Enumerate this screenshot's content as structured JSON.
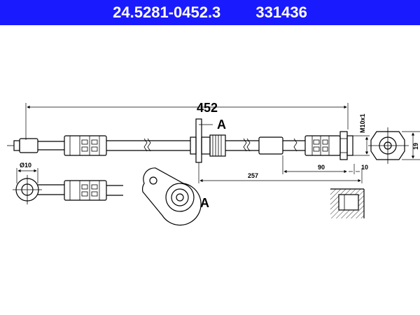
{
  "header": {
    "part_number": "24.5281-0452.3",
    "ref_number": "331436",
    "bg_color": "#1a1aff"
  },
  "dimensions": {
    "overall_length": "452",
    "section_marker": "A",
    "thread": "M10x1",
    "diameter": "Ø10",
    "len_257": "257",
    "len_90": "90",
    "len_10": "10",
    "width_19": "19"
  },
  "detail": {
    "label": "A"
  }
}
